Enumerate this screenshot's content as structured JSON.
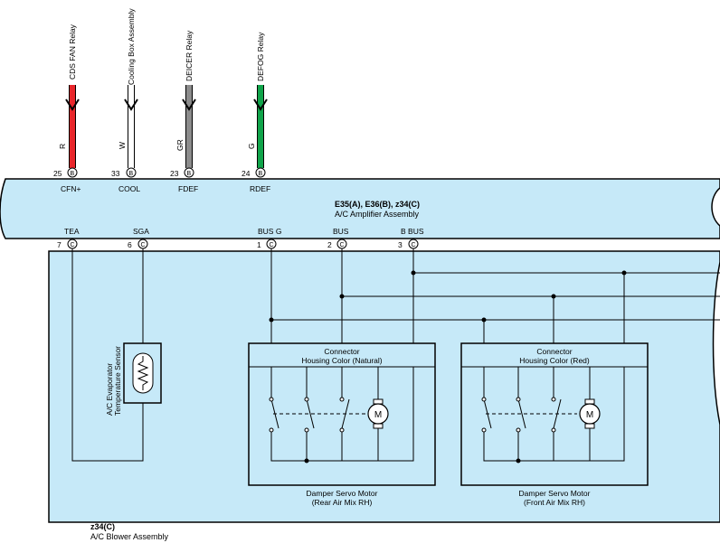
{
  "top_wires": [
    {
      "destination": "CDS FAN Relay",
      "color_code": "R",
      "pin": "25",
      "connector": "B",
      "terminal": "CFN+",
      "wire_color": "#e8262b"
    },
    {
      "destination": "Cooling Box Assembly",
      "color_code": "W",
      "pin": "33",
      "connector": "B",
      "terminal": "COOL",
      "wire_color": "#ffffff"
    },
    {
      "destination": "DEICER Relay",
      "color_code": "GR",
      "pin": "23",
      "connector": "B",
      "terminal": "FDEF",
      "wire_color": "#8c8c8c"
    },
    {
      "destination": "DEFOG Relay",
      "color_code": "G",
      "pin": "24",
      "connector": "B",
      "terminal": "RDEF",
      "wire_color": "#10a44a"
    }
  ],
  "amplifier": {
    "connectors": "E35(A), E36(B), z34(C)",
    "name": "A/C Amplifier Assembly"
  },
  "bottom_pins": [
    {
      "pin": "7",
      "connector": "C",
      "terminal": "TEA"
    },
    {
      "pin": "6",
      "connector": "C",
      "terminal": "SGA"
    },
    {
      "pin": "1",
      "connector": "C",
      "terminal": "BUS G"
    },
    {
      "pin": "2",
      "connector": "C",
      "terminal": "BUS"
    },
    {
      "pin": "3",
      "connector": "C",
      "terminal": "B BUS"
    }
  ],
  "sensor": {
    "line1": "A/C Evaporator",
    "line2": "Temperature Sensor"
  },
  "servo_rear": {
    "housing_line1": "Connector",
    "housing_line2": "Housing Color (Natural)",
    "title_line1": "Damper Servo Motor",
    "title_line2": "(Rear Air Mix RH)",
    "motor_symbol": "M"
  },
  "servo_front": {
    "housing_line1": "Connector",
    "housing_line2": "Housing Color (Red)",
    "title_line1": "Damper Servo Motor",
    "title_line2": "(Front Air Mix RH)",
    "motor_symbol": "M"
  },
  "blower": {
    "connector": "z34(C)",
    "name": "A/C Blower Assembly"
  },
  "colors": {
    "component_fill": "#c6e9f8",
    "line": "#000000"
  }
}
